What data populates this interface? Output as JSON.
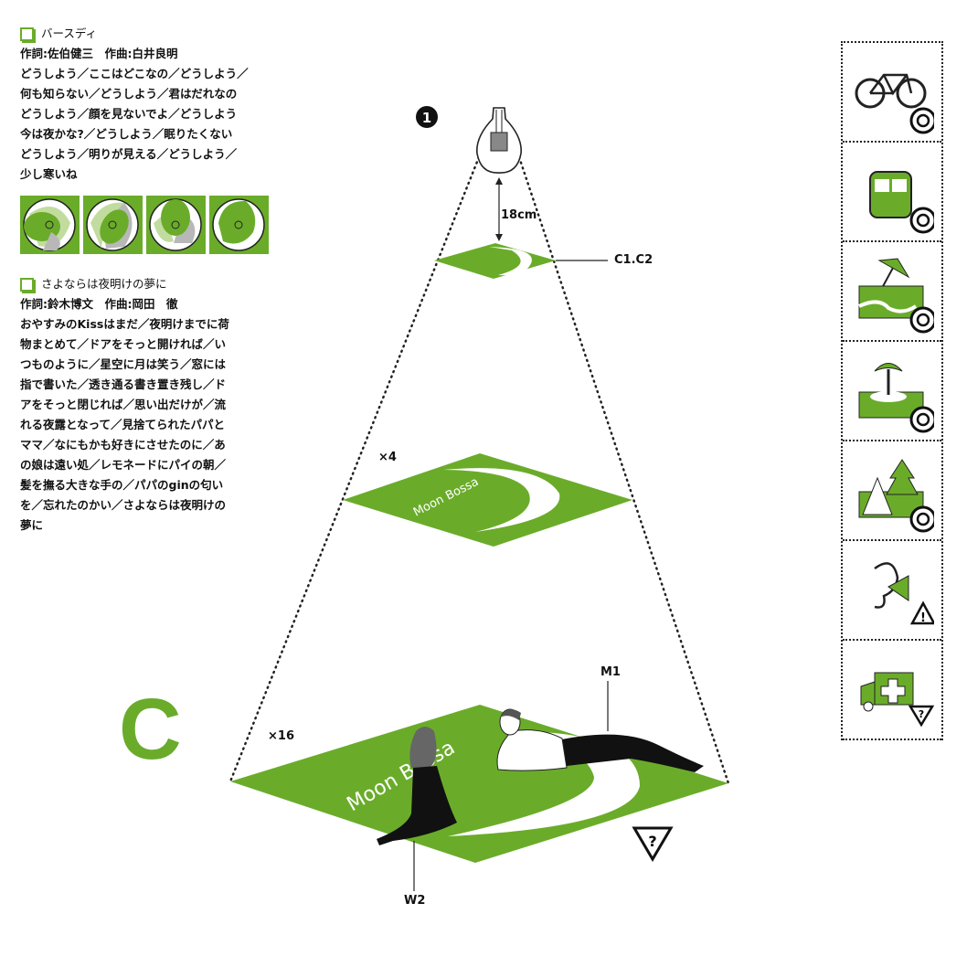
{
  "songs": [
    {
      "title": "バースディ",
      "credits": "作詞:佐伯健三　作曲:白井良明",
      "lyrics": [
        "どうしよう／ここはどこなの／どうしよう／",
        "何も知らない／どうしよう／君はだれなの",
        "どうしよう／顔を見ないでよ／どうしよう",
        "今は夜かな?／どうしよう／眠りたくない",
        "どうしよう／明りが見える／どうしよう／",
        "少し寒いね"
      ]
    },
    {
      "title": "さよならは夜明けの夢に",
      "credits": "作詞:鈴木博文　作曲:岡田　徹",
      "lyrics": [
        "おやすみのKissはまだ／夜明けまでに荷",
        "物まとめて／ドアをそっと開ければ／い",
        "つものように／星空に月は笑う／窓には",
        "指で書いた／透き通る書き置き残し／ド",
        "アをそっと閉じれば／思い出だけが／流",
        "れる夜露となって／見捨てられたパパと",
        "ママ／なにもかも好きにさせたのに／あ",
        "の娘は遠い処／レモネードにパイの朝／",
        "髪を撫る大きな手の／パパのginの匂い",
        "を／忘れたのかい／さよならは夜明けの",
        "夢に"
      ]
    }
  ],
  "diagram": {
    "step_number": "❶",
    "distance": "18cm",
    "small_mat_label": "C1.C2",
    "medium_scale": "×4",
    "large_scale": "×16",
    "man_label": "M1",
    "woman_label": "W2",
    "section_letter": "C",
    "mat_brand": "Moon Bossa",
    "warning_symbol": "?"
  },
  "sidebar_icons": [
    "bicycle-icon",
    "bus-icon",
    "beach-icon",
    "island-icon",
    "camping-icon",
    "ear-megaphone-icon",
    "ambulance-icon"
  ],
  "colors": {
    "accent": "#6aac2a",
    "shade": "#b8b8b8",
    "light": "#c2dca0"
  }
}
